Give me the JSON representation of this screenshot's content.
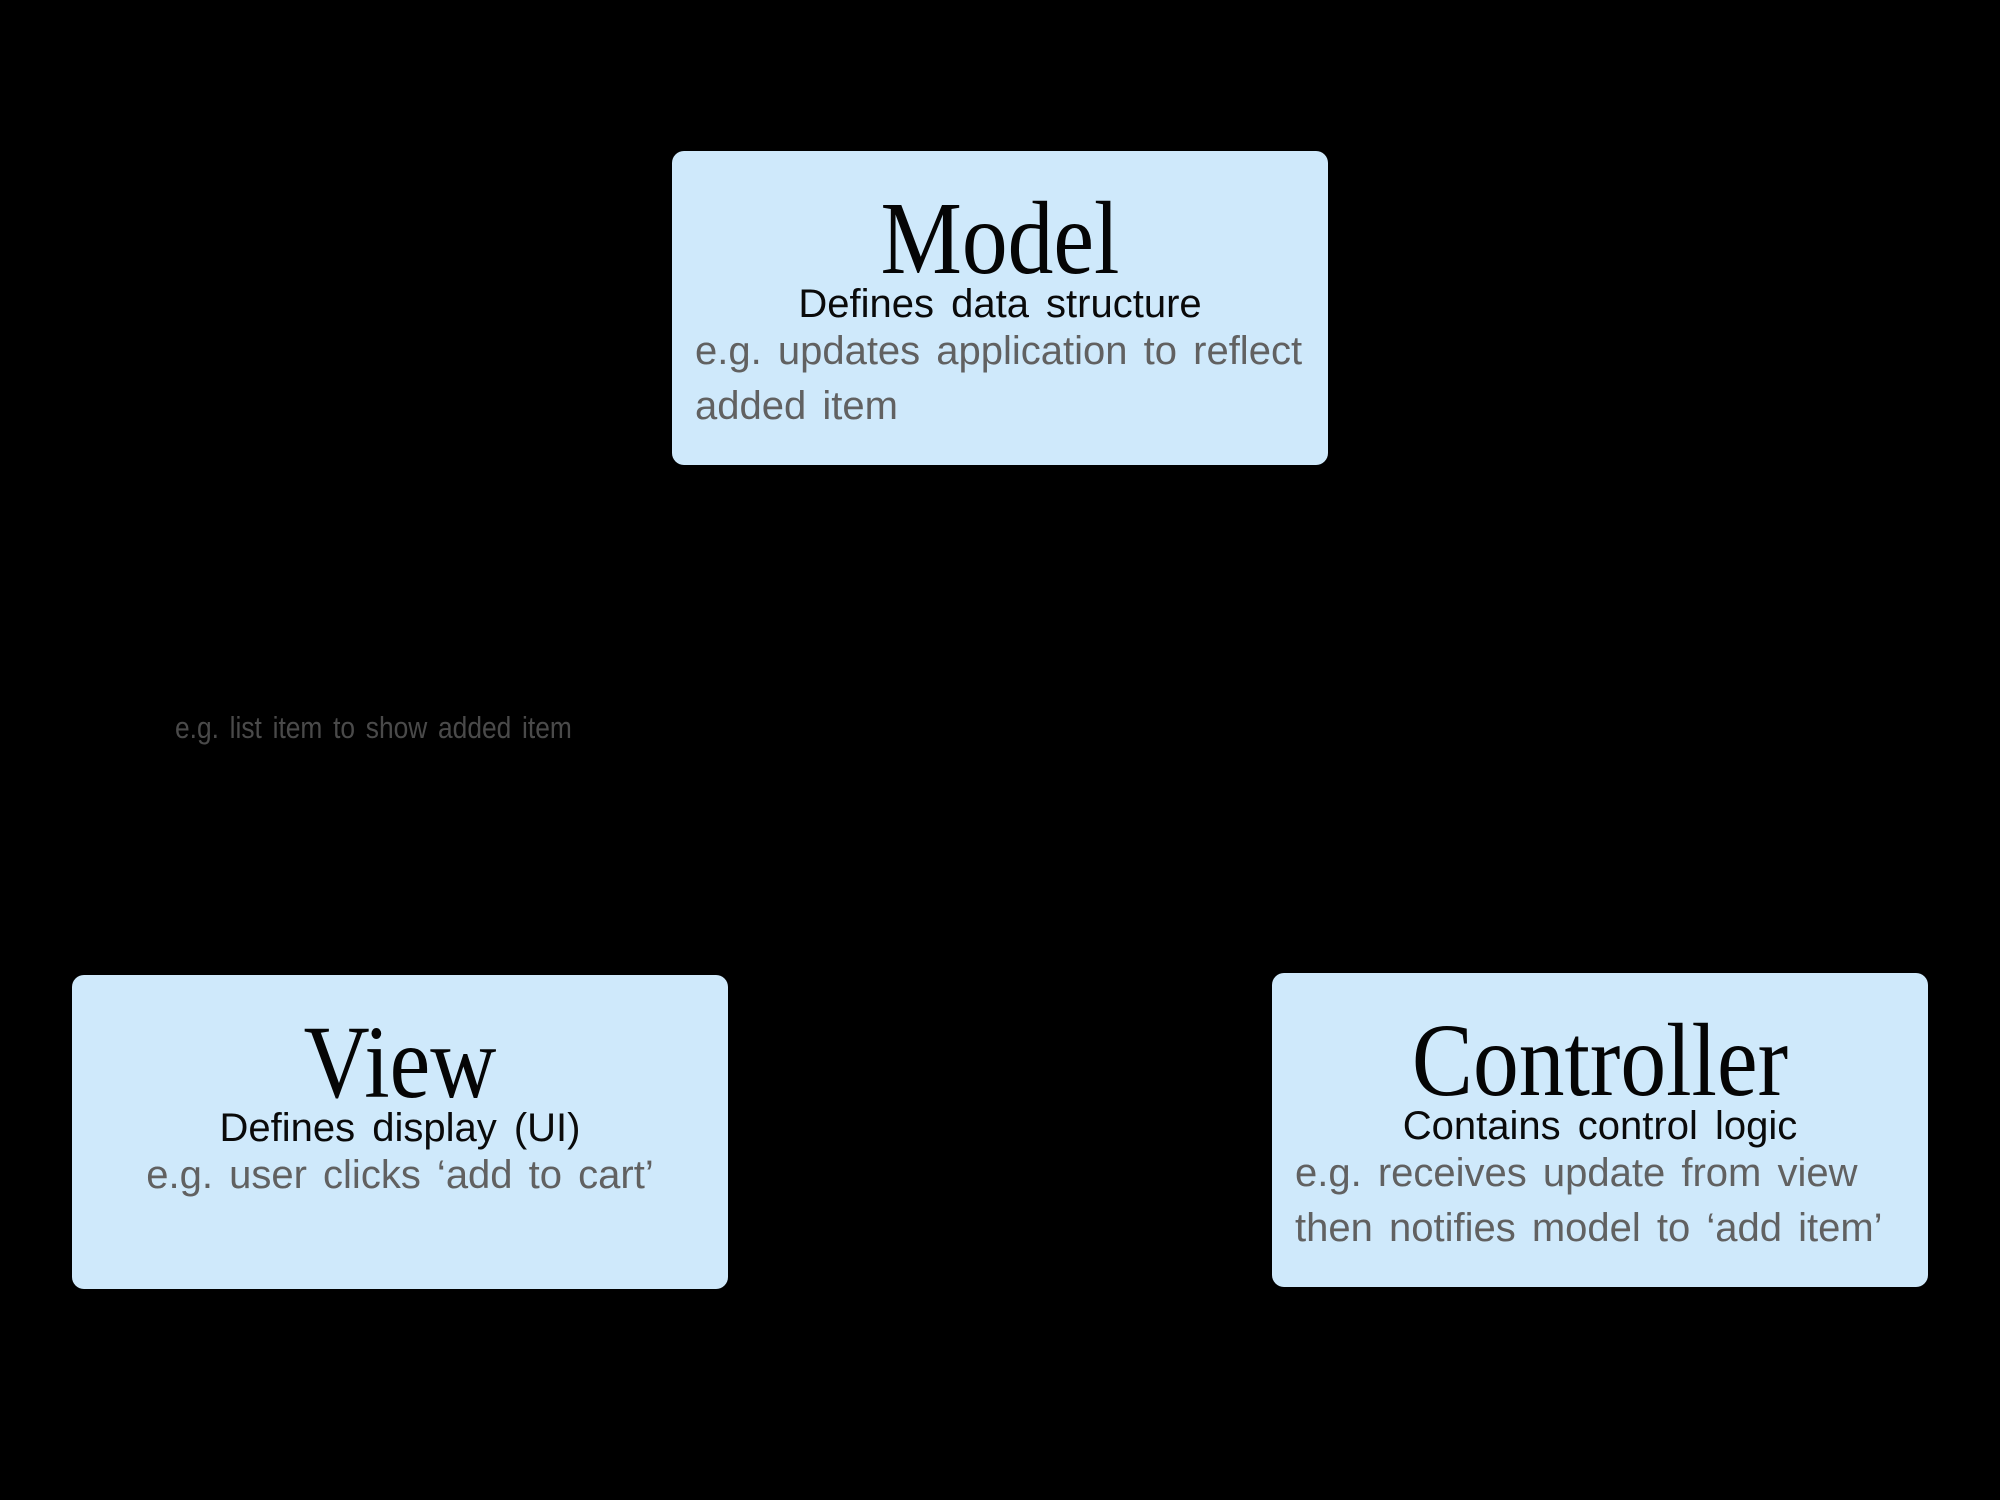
{
  "diagram": {
    "kind": "mvc-architecture-diagram",
    "boxes": [
      {
        "id": "model",
        "title": "Model",
        "subtitle": "Defines data structure",
        "example_lines": [
          "e.g. updates application to reflect",
          "added item"
        ]
      },
      {
        "id": "view",
        "title": "View",
        "subtitle": "Defines display (UI)",
        "example_lines": [
          "e.g. user clicks ‘add to cart’"
        ]
      },
      {
        "id": "controller",
        "title": "Controller",
        "subtitle": "Contains control logic",
        "example_lines": [
          "e.g. receives update from view",
          "then notifies model to ‘add item’"
        ]
      }
    ],
    "floating_label": "e.g. list item to show added item",
    "colors": {
      "background": "#000000",
      "box_fill": "#cfe9fb",
      "title_text": "#050505",
      "subtitle_text": "#0a0a0a",
      "example_text": "#616161",
      "floating_label_text": "#4a4a4a"
    }
  }
}
